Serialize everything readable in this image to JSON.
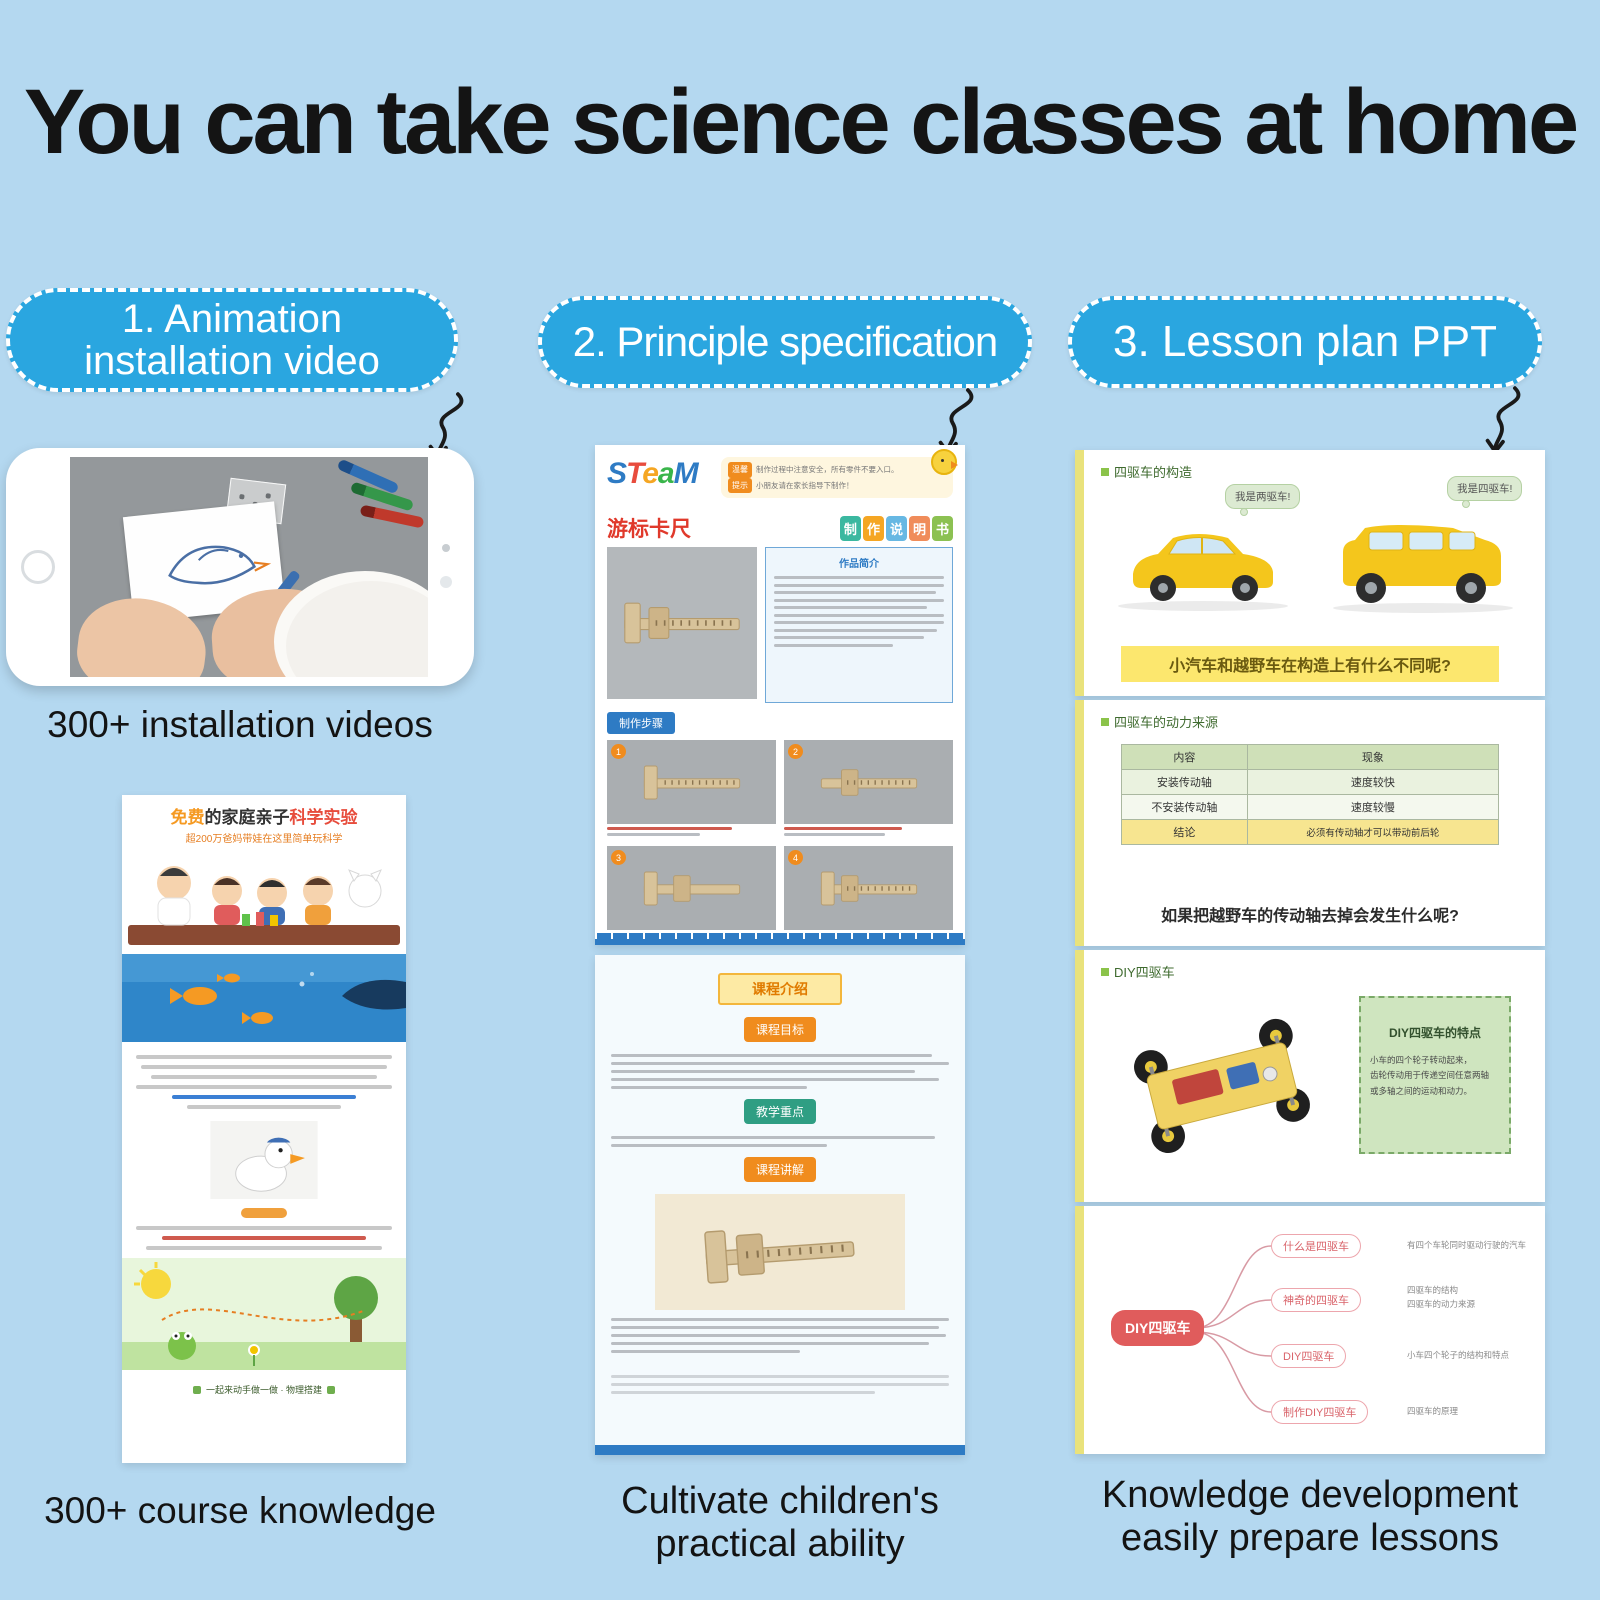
{
  "page": {
    "headline": "You can take science classes at home"
  },
  "pills": {
    "pill1_line1": "1. Animation",
    "pill1_line2": "installation video",
    "pill2": "2. Principle specification",
    "pill3": "3. Lesson plan PPT"
  },
  "col1": {
    "caption_videos": "300+ installation videos",
    "caption_knowledge": "300+ course knowledge",
    "poster": {
      "title_highlight": "免费",
      "title_rest": "的家庭亲子",
      "title_red": "科学实验",
      "subtitle": "超200万爸妈带娃在这里简单玩科学",
      "footer": "一起来动手做一做 · 物理搭建"
    }
  },
  "col2": {
    "doc1": {
      "logo": [
        "S",
        "T",
        "e",
        "a",
        "M"
      ],
      "notice_tag1": "温馨",
      "notice_tag2": "提示",
      "notice_line1": "制作过程中注意安全，所有零件不要入口。",
      "notice_line2": "小朋友请在家长指导下制作！",
      "title": "游标卡尺",
      "subtitle_chars": [
        "制",
        "作",
        "说",
        "明",
        "书"
      ],
      "intro_title": "作品简介",
      "steps_title": "制作步骤",
      "step_numbers": [
        "1",
        "2",
        "3",
        "4"
      ]
    },
    "doc2": {
      "header": "课程介绍",
      "tag_goal": "课程目标",
      "tag_focus": "教学重点",
      "tag_explain": "课程讲解"
    },
    "caption_line1": "Cultivate children's",
    "caption_line2": "practical ability"
  },
  "col3": {
    "slide1": {
      "bullet": "四驱车的构造",
      "bubble_left": "我是两驱车!",
      "bubble_right": "我是四驱车!",
      "question": "小汽车和越野车在构造上有什么不同呢?"
    },
    "slide2": {
      "bullet": "四驱车的动力来源",
      "table_header": [
        "内容",
        "现象"
      ],
      "table_rows": [
        [
          "安装传动轴",
          "速度较快"
        ],
        [
          "不安装传动轴",
          "速度较慢"
        ],
        [
          "结论",
          "必须有传动轴才可以带动前后轮"
        ]
      ],
      "question": "如果把越野车的传动轴去掉会发生什么呢?"
    },
    "slide3": {
      "bullet": "DIY四驱车",
      "box_title": "DIY四驱车的特点",
      "box_lines": [
        "小车的四个轮子转动起来，",
        "齿轮传动用于传递空间任意两轴",
        "或多轴之间的运动和动力。"
      ]
    },
    "mindmap": {
      "center": "DIY四驱车",
      "node1": "什么是四驱车",
      "note1": "有四个车轮同时驱动行驶的汽车",
      "node2": "神奇的四驱车",
      "note2a": "四驱车的结构",
      "note2b": "四驱车的动力来源",
      "node3": "DIY四驱车",
      "note3": "小车四个轮子的结构和特点",
      "node4": "制作DIY四驱车",
      "note4": "四驱车的原理"
    },
    "caption_line1": "Knowledge development",
    "caption_line2": "easily prepare lessons"
  }
}
